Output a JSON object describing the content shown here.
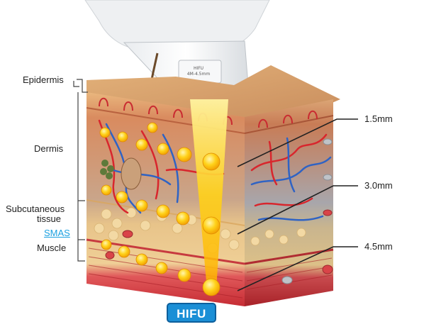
{
  "layers": {
    "epidermis": "Epidermis",
    "dermis": "Dermis",
    "subcutaneous_line1": "Subcutaneous",
    "subcutaneous_line2": "tissue",
    "smas": "SMAS",
    "muscle": "Muscle"
  },
  "depths": {
    "d1": "1.5mm",
    "d2": "3.0mm",
    "d3": "4.5mm"
  },
  "probe": {
    "text_line1": "HIFU",
    "text_line2": "4M-4.5mm"
  },
  "badge": {
    "label": "HIFU"
  },
  "colors": {
    "badge_blue": "#1b8fd6",
    "smas_blue": "#1aa0e0",
    "focal_yellow": "#f5c400",
    "muscle_red": "#d9353a"
  }
}
